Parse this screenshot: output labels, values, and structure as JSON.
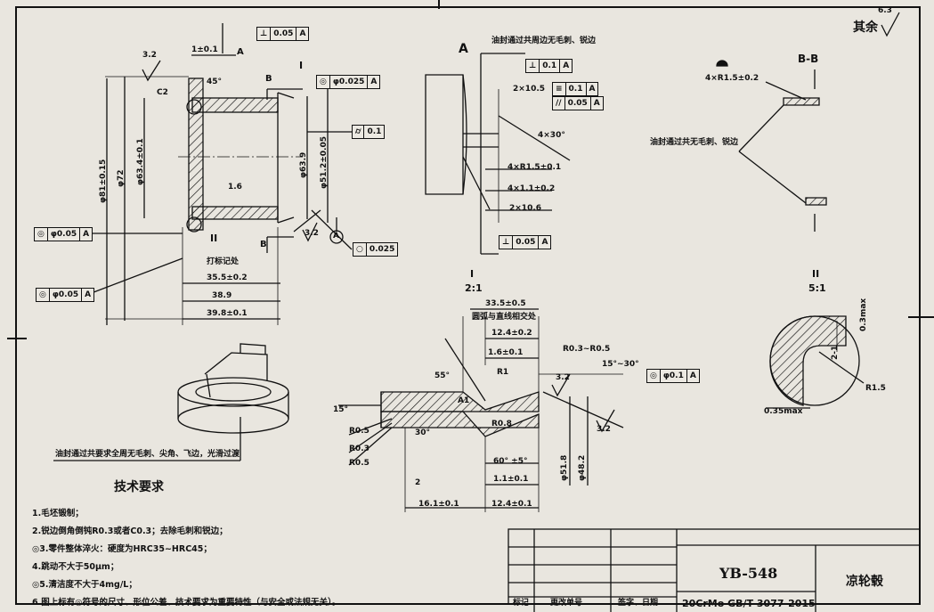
{
  "roughness": {
    "label": "其余",
    "value": "6.3"
  },
  "sections": {
    "a": "A",
    "bb": "B-B",
    "b": "B",
    "i": "I",
    "ii": "II",
    "scale": "2:1",
    "scale2": "5:1"
  },
  "main_view": {
    "dim_1": "1±0.1",
    "rough_32": "3.2",
    "angle_45": "45°",
    "chamfer_c2": "C2",
    "label_i": "I",
    "label_ii": "II",
    "label_b_top": "B",
    "label_b_bottom": "B",
    "label_a_top": "A",
    "dim_16": "1.6",
    "rough_32b": "3.2",
    "datum_a": "A",
    "dia_81": "φ81±0.15",
    "dia_72": "φ72",
    "dia_63": "φ63.4±0.1",
    "dia_63b": "φ63.9",
    "dia_51": "φ51.2±0.05",
    "len_35": "35.5±0.2",
    "len_38": "38.9",
    "len_39": "39.8±0.1",
    "mark_pos": "打标记处"
  },
  "fcf": {
    "top": {
      "sym": "⊥",
      "tol": "0.05",
      "datum": "A"
    },
    "conc_top": {
      "sym": "◎",
      "tol": "φ0.025",
      "datum": "A"
    },
    "flat": {
      "sym": "⌭",
      "tol": "0.1"
    },
    "conc_left": {
      "sym": "◎",
      "tol": "φ0.05",
      "datum": "A"
    },
    "conc_left2": {
      "sym": "◎",
      "tol": "φ0.05",
      "datum": "A"
    },
    "round": {
      "sym": "○",
      "tol": "0.025"
    },
    "view_a_top": {
      "sym": "⊥",
      "tol": "0.1",
      "datum": "A"
    },
    "view_a_sym": {
      "sym": "≡",
      "tol": "0.1",
      "datum": "A"
    },
    "view_a_par": {
      "sym": "//",
      "tol": "0.05",
      "datum": "A"
    },
    "view_a_bot": {
      "sym": "⊥",
      "tol": "0.05",
      "datum": "A"
    },
    "detail_i": {
      "sym": "◎",
      "tol": "φ0.1",
      "datum": "A"
    }
  },
  "view_a": {
    "note": "油封通过共周边无毛刺、锐边",
    "slot": "2×10.5",
    "chamfer": "4×30°",
    "r15": "4×R1.5±0.1",
    "w11": "4×1.1±0.2",
    "w106": "2×10.6"
  },
  "view_bb": {
    "r15": "4×R1.5±0.2",
    "note": "油封通过共无毛刺、锐边"
  },
  "detail_i": {
    "w335": "33.5±0.5",
    "note": "圆弧与直线相交处",
    "w124": "12.4±0.2",
    "w16": "1.6±0.1",
    "r03": "R0.3~R0.5",
    "angle_15": "15°~30°",
    "rough": "3.2",
    "angle_55": "55°",
    "r1": "R1",
    "a1": "A1",
    "angle_15b": "15°",
    "r05": "R0.5",
    "r03b": "R0.3",
    "r05b": "R0.5",
    "angle_30": "30°",
    "r08": "R0.8",
    "angle_60": "60° ±5°",
    "w11": "1.1±0.1",
    "w2": "2",
    "w161": "16.1±0.1",
    "w124b": "12.4±0.1",
    "dia_51": "φ51.8",
    "dia_48": "φ48.2",
    "rough2": "3.2"
  },
  "detail_ii": {
    "h03": "0.3max",
    "w2": "2-1",
    "r15": "R1.5",
    "w035": "0.35max"
  },
  "note_bottom": "油封通过共要求全周无毛刺、尖角、飞边，光滑过渡",
  "tech_title": "技术要求",
  "notes": [
    "1.毛坯锻制；",
    "2.锐边倒角倒钝R0.3或者C0.3；去除毛刺和锐边；",
    "◎3.零件整体淬火：硬度为HRC35~HRC45；",
    "4.跳动不大于50μm；",
    "◎5.清洁度不大于4mg/L；",
    "6.图上标有◎符号的尺寸、形位公差、技术要求为重要特性（与安全或法规无关）。"
  ],
  "title_block": {
    "code": "YB-548",
    "name": "凉轮毂",
    "material": "20CrMo GB/T 3077-2015",
    "h1": "标记",
    "h2": "更改单号",
    "h3": "签字、日期"
  }
}
